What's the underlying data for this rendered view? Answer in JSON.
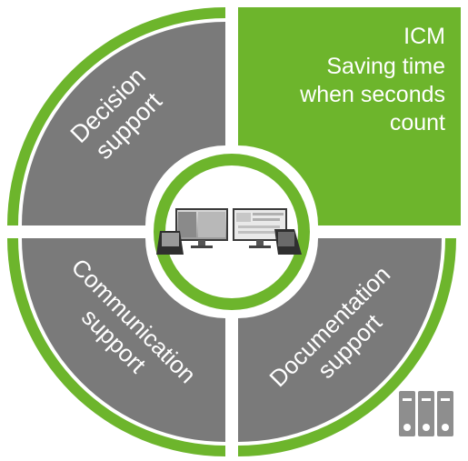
{
  "colors": {
    "green": "#6db52c",
    "gray": "#7a7a7a",
    "gray_dark": "#5d5d5d",
    "white": "#ffffff"
  },
  "highlight_lines": [
    "ICM",
    "Saving time",
    "when seconds",
    "count"
  ],
  "segments": {
    "decision": [
      "Decision",
      "support"
    ],
    "communication": [
      "Communication",
      "support"
    ],
    "documentation": [
      "Documentation",
      "support"
    ]
  },
  "icons": {
    "center": "workstation-monitors-icon",
    "corner": "binders-icon"
  }
}
